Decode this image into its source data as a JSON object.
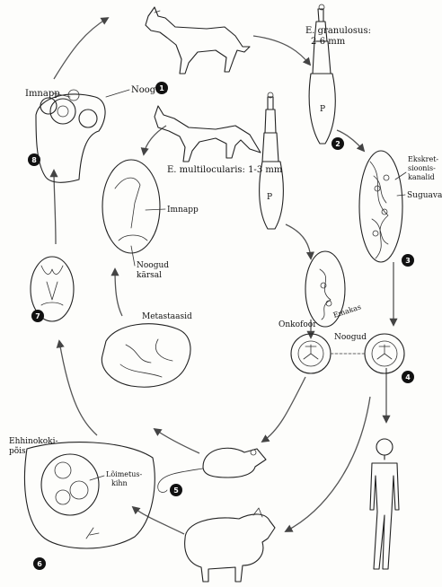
{
  "labels": {
    "granulosus_title": "E. granulosus:",
    "granulosus_size": "2-6 mm",
    "multilocularis": "E. multilocularis: 1-3 mm",
    "iminapp_top": "Imnapp",
    "noogud_top": "Noogud",
    "iminapp_mid": "Imnapp",
    "noogud_mid_1": "Noogud",
    "noogud_mid_2": "kärsal",
    "ekskret_1": "Ekskret-",
    "ekskret_2": "sioonis-",
    "ekskret_3": "kanalid",
    "suguava": "Suguava",
    "emakas": "Emakas",
    "onkosfaar": "Onkofoor",
    "noogud_egg": "Noogud",
    "metastaasid": "Metastaasid",
    "ehhinokokk_1": "Ehhinokoki-",
    "ehhinokokk_2": "põis",
    "loimetus_1": "Lõimetus-",
    "loimetus_2": "kihn"
  },
  "steps": [
    "1",
    "2",
    "3",
    "4",
    "5",
    "6",
    "7",
    "8"
  ],
  "colors": {
    "ink": "#222222",
    "arrow": "#555555",
    "badge": "#111111"
  }
}
